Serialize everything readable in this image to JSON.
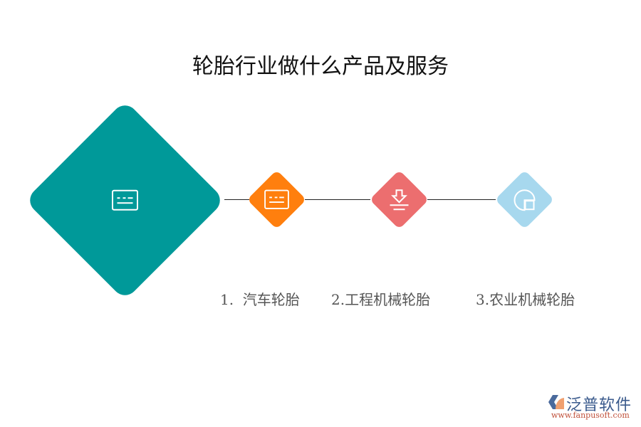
{
  "title": "轮胎行业做什么产品及服务",
  "colors": {
    "main_node": "#009999",
    "node_1": "#ff7f0e",
    "node_2": "#ec6e6f",
    "node_3": "#a7d8ee",
    "connector": "#222222",
    "label_text": "#555555"
  },
  "nodes": [
    {
      "label": "1.  汽车轮胎",
      "icon": "card-icon",
      "color": "#ff7f0e"
    },
    {
      "label": "2.工程机械轮胎",
      "icon": "download-icon",
      "color": "#ec6e6f"
    },
    {
      "label": "3.农业机械轮胎",
      "icon": "pie-square-icon",
      "color": "#a7d8ee"
    }
  ],
  "main_node": {
    "icon": "card-icon",
    "color": "#009999"
  },
  "logo": {
    "name": "泛普软件",
    "url": "www.fanpusoft.com"
  }
}
